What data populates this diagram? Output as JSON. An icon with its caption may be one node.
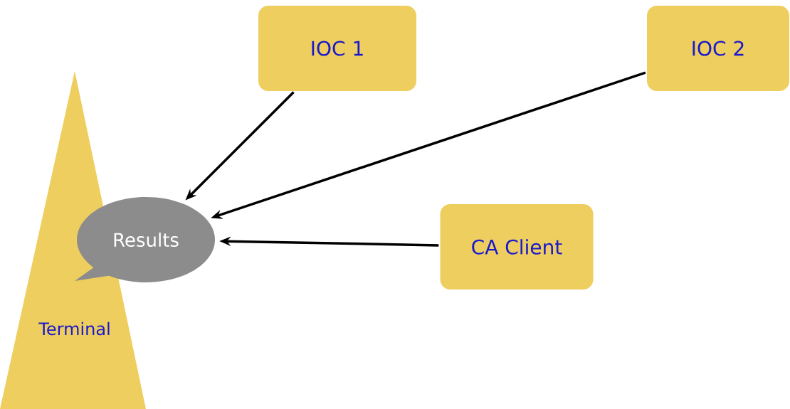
{
  "diagram": {
    "nodes": [
      {
        "text": [
          "Terminal"
        ]
      },
      {
        "text": [
          "Results"
        ]
      },
      {
        "text": [
          "IOC 1"
        ]
      },
      {
        "text": [
          "IOC 2"
        ]
      },
      {
        "text": [
          "CA Client"
        ]
      }
    ],
    "edges": [
      {
        "from": 2,
        "to": 1,
        "arrow": "to"
      },
      {
        "from": 3,
        "to": 1,
        "arrow": "to"
      },
      {
        "from": 4,
        "to": 1,
        "arrow": "to"
      }
    ]
  }
}
